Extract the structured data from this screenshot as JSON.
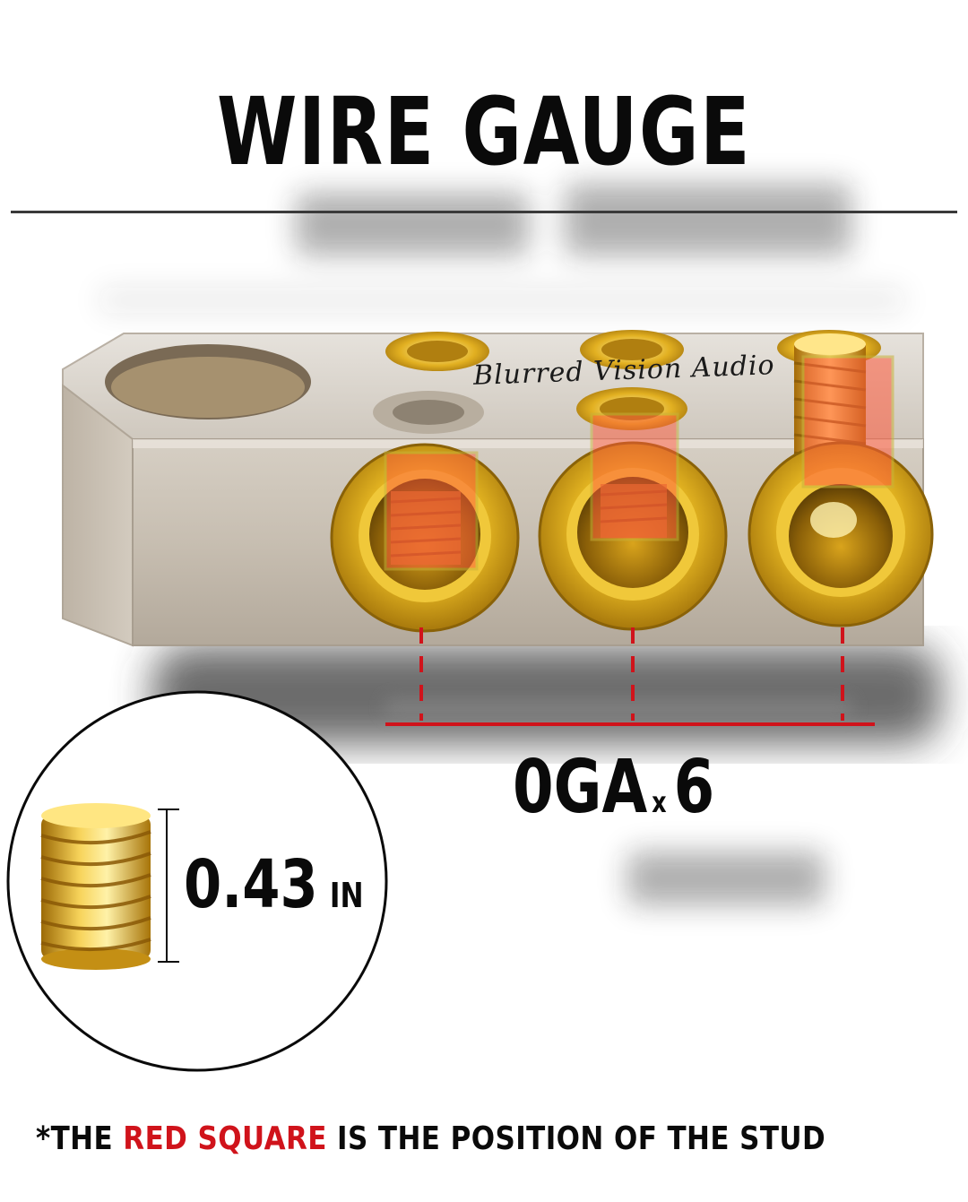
{
  "header": {
    "title": "WIRE GAUGE"
  },
  "product": {
    "brand": "Blurred Vision Audio"
  },
  "gauge": {
    "value": "0GA",
    "multiplier": "x",
    "count": "6"
  },
  "screw": {
    "size": "0.43",
    "unit": "IN"
  },
  "footnote": {
    "prefix": "*THE ",
    "highlight": "RED SQUARE",
    "suffix": " IS THE POSITION OF THE STUD"
  },
  "colors": {
    "accent_red": "#d0131b",
    "brass": "#e0b21f",
    "stud_overlay": "#ff5a3c",
    "block": "#c9c0b4",
    "text": "#0a0a0a"
  },
  "icons": [
    "brass-terminal-block",
    "set-screw-icon",
    "red-square-marker"
  ]
}
